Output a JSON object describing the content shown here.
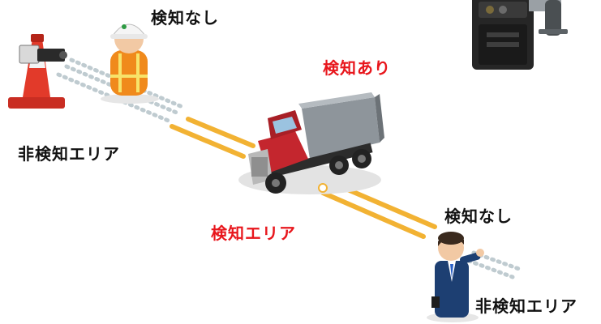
{
  "labels": {
    "top_no_detect": "検知なし",
    "detected": "検知あり",
    "left_non_detect_area": "非検知エリア",
    "center_detect_area": "検知エリア",
    "right_no_detect": "検知なし",
    "right_non_detect_area": "非検知エリア"
  },
  "colors": {
    "label_black": "#111111",
    "label_red": "#e8161c",
    "detect_beam": "#f2b233",
    "non_detect_beam": "#b9c6cc",
    "truck_cab": "#c4262e",
    "truck_bed": "#8e959b",
    "cone": "#e23a2a",
    "worker_vest": "#f08a1c",
    "suit": "#1d3f72"
  },
  "icons": [
    "traffic-cone-icon",
    "sensor-icon",
    "construction-worker-icon",
    "dump-truck-icon",
    "businessman-icon",
    "controller-device-icon"
  ]
}
